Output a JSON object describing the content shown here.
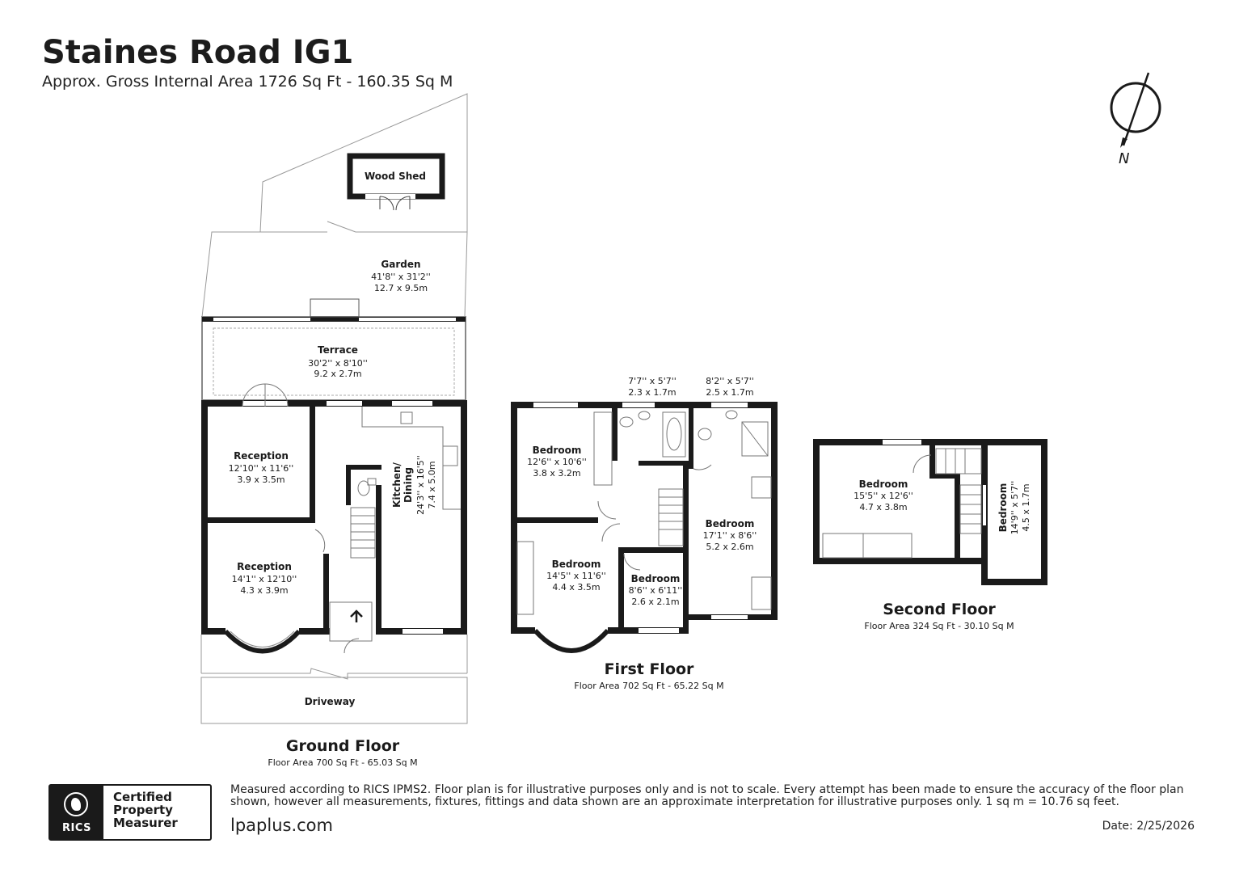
{
  "header": {
    "title": "Staines Road IG1",
    "subtitle": "Approx. Gross Internal Area 1726 Sq Ft - 160.35 Sq M"
  },
  "compass": {
    "label": "N",
    "icon": "north-arrow-icon"
  },
  "ground_floor": {
    "name": "Ground Floor",
    "area": "Floor Area 700 Sq Ft - 65.03 Sq M",
    "wood_shed": {
      "name": "Wood Shed"
    },
    "garden": {
      "name": "Garden",
      "imperial": "41'8'' x 31'2''",
      "metric": "12.7 x 9.5m"
    },
    "terrace": {
      "name": "Terrace",
      "imperial": "30'2'' x 8'10''",
      "metric": "9.2 x 2.7m"
    },
    "reception_rear": {
      "name": "Reception",
      "imperial": "12'10'' x 11'6''",
      "metric": "3.9 x 3.5m"
    },
    "reception_front": {
      "name": "Reception",
      "imperial": "14'1'' x 12'10''",
      "metric": "4.3 x 3.9m"
    },
    "kitchen": {
      "name_line1": "Kitchen/",
      "name_line2": "Dining",
      "imperial": "24'3'' x 16'5''",
      "metric": "7.4 x 5.0m"
    },
    "driveway": {
      "name": "Driveway"
    }
  },
  "first_floor": {
    "name": "First Floor",
    "area": "Floor Area 702 Sq Ft - 65.22 Sq M",
    "wc_dims": {
      "imperial": "7'7'' x 5'7''",
      "metric": "2.3 x 1.7m"
    },
    "shower_dims": {
      "imperial": "8'2'' x 5'7''",
      "metric": "2.5 x 1.7m"
    },
    "bedroom_rear_left": {
      "name": "Bedroom",
      "imperial": "12'6'' x 10'6''",
      "metric": "3.8 x 3.2m"
    },
    "bedroom_front_left": {
      "name": "Bedroom",
      "imperial": "14'5'' x 11'6''",
      "metric": "4.4 x 3.5m"
    },
    "bedroom_small": {
      "name": "Bedroom",
      "imperial": "8'6'' x 6'11''",
      "metric": "2.6 x 2.1m"
    },
    "bedroom_right": {
      "name": "Bedroom",
      "imperial": "17'1'' x 8'6''",
      "metric": "5.2 x 2.6m"
    }
  },
  "second_floor": {
    "name": "Second Floor",
    "area": "Floor Area 324 Sq Ft - 30.10 Sq M",
    "bedroom_main": {
      "name": "Bedroom",
      "imperial": "15'5'' x 12'6''",
      "metric": "4.7 x 3.8m"
    },
    "bedroom_side": {
      "name": "Bedroom",
      "imperial": "14'9'' x 5'7''",
      "metric": "4.5 x 1.7m"
    }
  },
  "footer": {
    "disclaimer": "Measured according to RICS IPMS2. Floor plan is for illustrative purposes only and is not to scale. Every attempt has been made to ensure the accuracy of the floor plan shown, however all measurements, fixtures, fittings and data shown are an approximate interpretation for illustrative purposes only. 1 sq m = 10.76 sq feet.",
    "website": "lpaplus.com",
    "date": "Date: 2/25/2026",
    "badge": {
      "org": "RICS",
      "line1": "Certified",
      "line2": "Property",
      "line3": "Measurer"
    }
  }
}
